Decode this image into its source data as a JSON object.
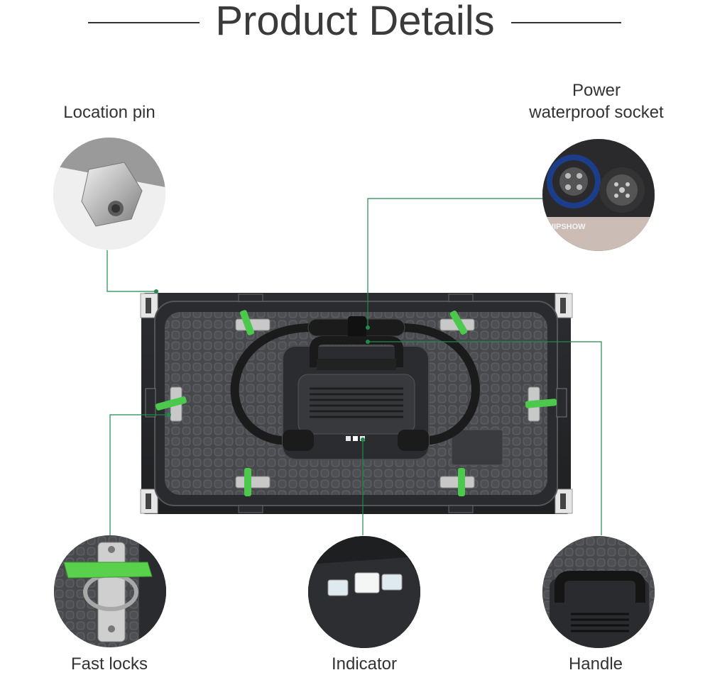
{
  "title": "Product Details",
  "callouts": {
    "location_pin": "Location pin",
    "power_socket_line1": "Power",
    "power_socket_line2": "waterproof socket",
    "fast_locks": "Fast locks",
    "indicator": "Indicator",
    "handle": "Handle"
  },
  "socket_photo_text": "HIPSHOW",
  "colors": {
    "accent": "#1f8a4c",
    "lock_green": "#4cc94c",
    "panel_dark": "#3b3d40"
  }
}
